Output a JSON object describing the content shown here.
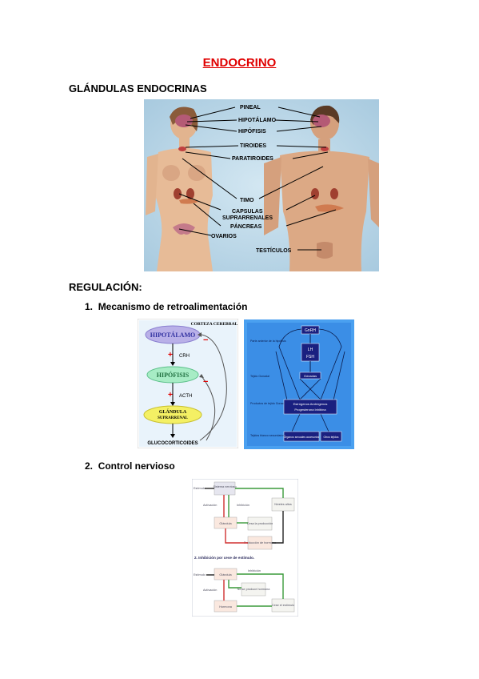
{
  "title": "ENDOCRINO",
  "section1": "GLÁNDULAS ENDOCRINAS",
  "anatomy": {
    "labels": [
      "PINEAL",
      "HIPOTÁLAMO",
      "HIPÓFISIS",
      "TIROIDES",
      "PARATIROIDES",
      "TIMO",
      "CAPSULAS",
      "SUPRARRENALES",
      "PÁNCREAS",
      "OVARIOS",
      "TESTÍCULOS"
    ]
  },
  "section2": "REGULACIÓN:",
  "list": [
    {
      "num": "1.",
      "text": "Mecanismo de retroalimentación"
    },
    {
      "num": "2.",
      "text": "Control nervioso"
    }
  ],
  "feedback": {
    "hipotalamo": "HIPOTÁLAMO",
    "corteza": "CORTEZA CEREBRAL",
    "crh": "CRH",
    "hipofisis": "HIPÓFISIS",
    "acth": "ACTH",
    "glandula1": "GLÁNDULA",
    "glandula2": "SUPRARRENAL",
    "gluco": "GLUCOCORTICOIDES",
    "plus": "+",
    "minus": "−"
  },
  "axis": {
    "gnrh": "GnRH",
    "lh": "LH",
    "fsh": "FSH",
    "gonadas": "Gónadas",
    "estrogenos": "Estrógenos  Andrógenos",
    "progesterona": "Progesterona   Inhibina",
    "organos": "Órganos sexuales accesorios",
    "otros": "Otros tejidos",
    "left1": "Parte anterior de la hipófisis",
    "left2": "Tejido Gonadal",
    "left3": "Productos de tejido Gonadal",
    "left4": "Tejidos blanco secundarios"
  },
  "nervous": {
    "estimulo": "Estímulo",
    "sistema": "Sistema nervioso",
    "activacion": "Activación",
    "inhibicion": "Inhibición",
    "niveles": "Niveles altos",
    "glandula": "Glándula",
    "cesa": "Cesa la producción",
    "produccion": "Producción de hormona",
    "heading2": "2.  Inhibición por cese de estímulo.",
    "no_produce": "No se produce hormona",
    "hormona": "Hormona",
    "cese": "Cese el estímulo"
  }
}
